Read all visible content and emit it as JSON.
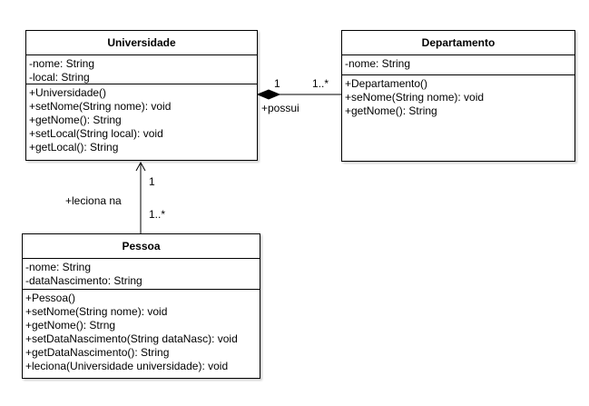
{
  "classes": {
    "universidade": {
      "name": "Universidade",
      "attributes": [
        "-nome: String",
        "-local: String"
      ],
      "operations": [
        "+Universidade()",
        "+setNome(String nome): void",
        "+getNome(): String",
        "+setLocal(String local): void",
        "+getLocal(): String"
      ]
    },
    "departamento": {
      "name": "Departamento",
      "attributes": [
        "-nome: String"
      ],
      "operations": [
        "+Departamento()",
        "+seNome(String nome): void",
        "+getNome(): String"
      ]
    },
    "pessoa": {
      "name": "Pessoa",
      "attributes": [
        "-nome: String",
        "-dataNascimento: String"
      ],
      "operations": [
        "+Pessoa()",
        "+setNome(String nome): void",
        "+getNome(): Strng",
        "+setDataNascimento(String dataNasc): void",
        "+getDataNascimento(): String",
        "+leciona(Universidade universidade): void"
      ]
    }
  },
  "associations": {
    "possui": {
      "label": "+possui",
      "mult_source": "1",
      "mult_target": "1..*"
    },
    "leciona": {
      "label": "+leciona na",
      "mult_source": "1",
      "mult_target": "1..*"
    }
  }
}
